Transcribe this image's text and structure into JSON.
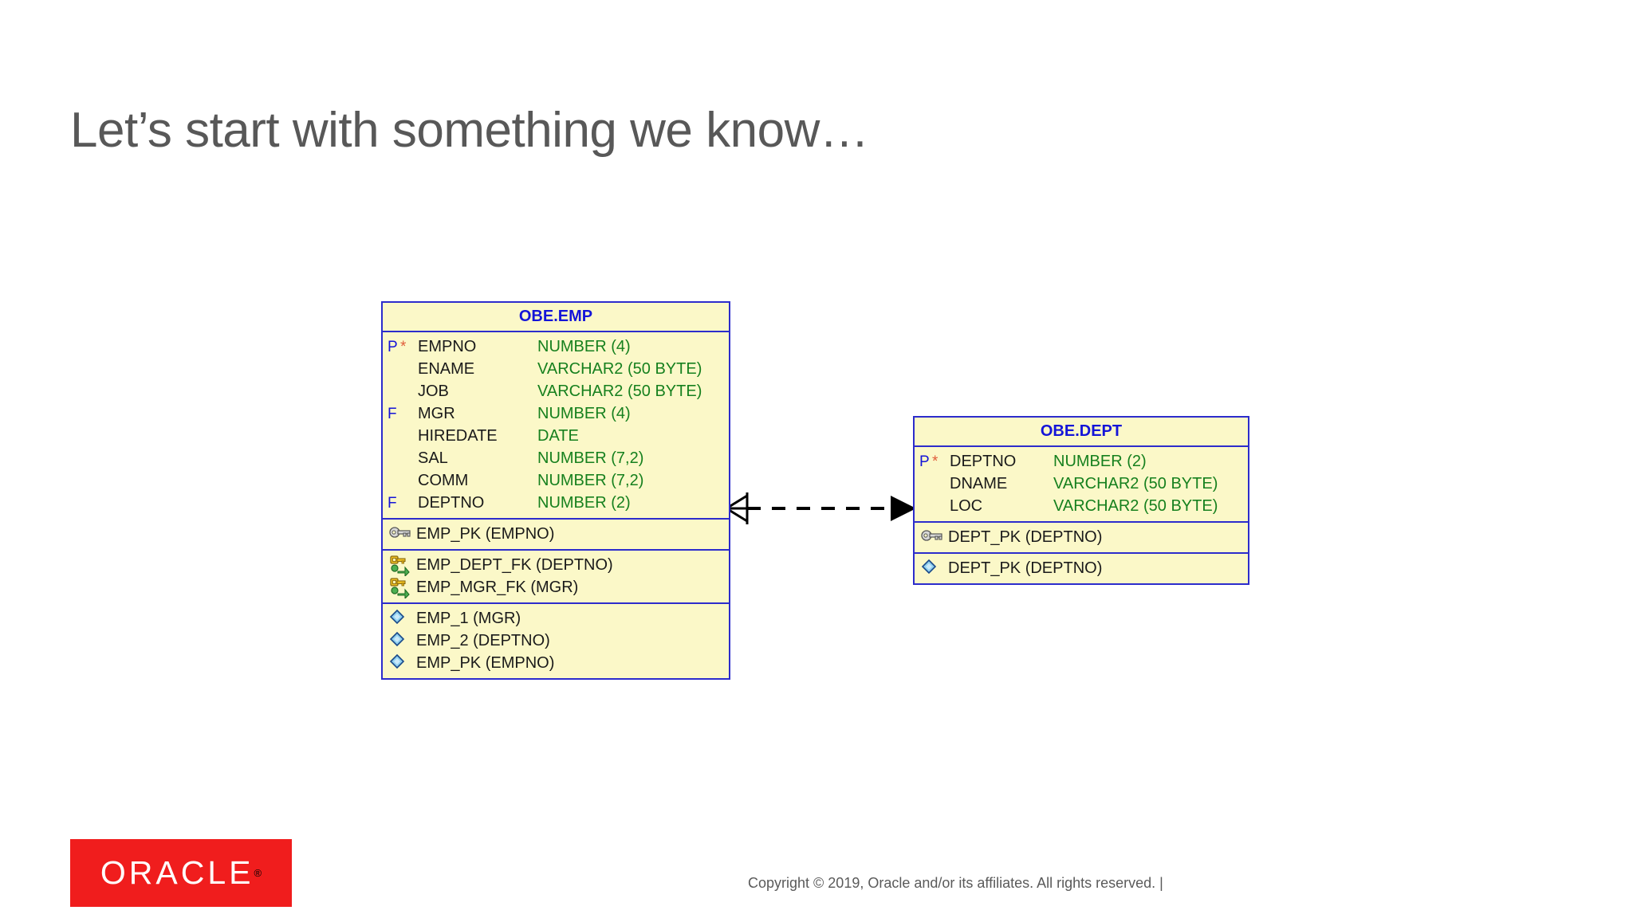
{
  "slide": {
    "title": "Let’s start with something we know…"
  },
  "colors": {
    "title_gray": "#585858",
    "entity_fill": "#fbf8c8",
    "entity_border": "#2c2ccc",
    "entity_header_text": "#1414d8",
    "datatype_green": "#16801e",
    "required_star_red": "#e05c3a",
    "oracle_red": "#f01d1d",
    "footer_gray": "#5a5a5a"
  },
  "diagram": {
    "type": "entity-relationship-diagram",
    "entities": [
      {
        "id": "emp",
        "title": "OBE.EMP",
        "columns": [
          {
            "key": "P",
            "required": "*",
            "name": "EMPNO",
            "type": "NUMBER (4)"
          },
          {
            "key": "",
            "required": "",
            "name": "ENAME",
            "type": "VARCHAR2 (50 BYTE)"
          },
          {
            "key": "",
            "required": "",
            "name": "JOB",
            "type": "VARCHAR2 (50 BYTE)"
          },
          {
            "key": "F",
            "required": "",
            "name": "MGR",
            "type": "NUMBER (4)"
          },
          {
            "key": "",
            "required": "",
            "name": "HIREDATE",
            "type": "DATE"
          },
          {
            "key": "",
            "required": "",
            "name": "SAL",
            "type": "NUMBER (7,2)"
          },
          {
            "key": "",
            "required": "",
            "name": "COMM",
            "type": "NUMBER (7,2)"
          },
          {
            "key": "F",
            "required": "",
            "name": "DEPTNO",
            "type": "NUMBER (2)"
          }
        ],
        "primary_keys": [
          {
            "icon": "key-pk-icon",
            "label": "EMP_PK (EMPNO)"
          }
        ],
        "foreign_keys": [
          {
            "icon": "key-fk-icon",
            "label": "EMP_DEPT_FK (DEPTNO)"
          },
          {
            "icon": "key-fk-icon",
            "label": "EMP_MGR_FK (MGR)"
          }
        ],
        "indexes": [
          {
            "icon": "index-icon",
            "label": "EMP_1 (MGR)"
          },
          {
            "icon": "index-icon",
            "label": "EMP_2 (DEPTNO)"
          },
          {
            "icon": "index-icon",
            "label": "EMP_PK (EMPNO)"
          }
        ]
      },
      {
        "id": "dept",
        "title": "OBE.DEPT",
        "columns": [
          {
            "key": "P",
            "required": "*",
            "name": "DEPTNO",
            "type": "NUMBER (2)"
          },
          {
            "key": "",
            "required": "",
            "name": "DNAME",
            "type": "VARCHAR2 (50 BYTE)"
          },
          {
            "key": "",
            "required": "",
            "name": "LOC",
            "type": "VARCHAR2 (50 BYTE)"
          }
        ],
        "primary_keys": [
          {
            "icon": "key-pk-icon",
            "label": "DEPT_PK (DEPTNO)"
          }
        ],
        "foreign_keys": [],
        "indexes": [
          {
            "icon": "index-icon",
            "label": "DEPT_PK (DEPTNO)"
          }
        ]
      }
    ],
    "relationship": {
      "from": "emp",
      "to": "dept",
      "style": "dashed",
      "source_marker": "crows-foot",
      "target_marker": "arrowhead"
    }
  },
  "branding": {
    "logo_text": "ORACLE",
    "logo_tm": "®"
  },
  "footer": {
    "copyright": "Copyright © 2019, Oracle and/or its affiliates. All rights reserved.  |"
  }
}
